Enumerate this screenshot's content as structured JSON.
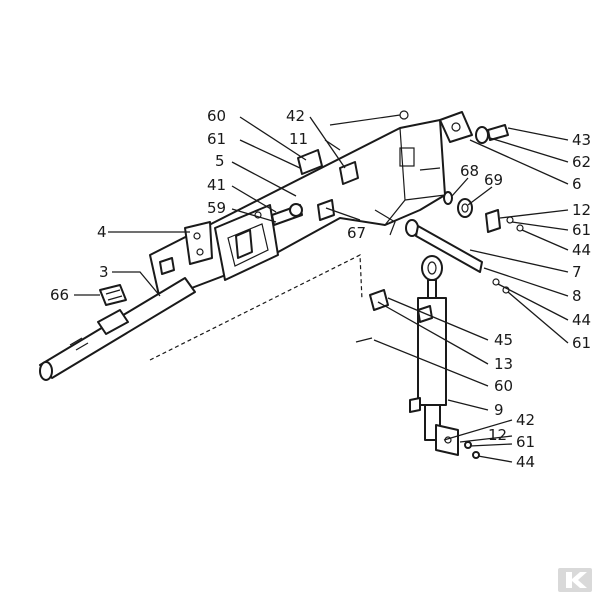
{
  "diagram": {
    "callouts": {
      "c60a": "60",
      "c42a": "42",
      "c61a": "61",
      "c11": "11",
      "c5": "5",
      "c41": "41",
      "c59": "59",
      "c4": "4",
      "c3": "3",
      "c66": "66",
      "c67": "67",
      "c43": "43",
      "c62": "62",
      "c6": "6",
      "c68": "68",
      "c69": "69",
      "c12a": "12",
      "c61b": "61",
      "c44a": "44",
      "c7": "7",
      "c8": "8",
      "c44b": "44",
      "c61c": "61",
      "c45": "45",
      "c13": "13",
      "c60b": "60",
      "c9": "9",
      "c42b": "42",
      "c12b": "12",
      "c61d": "61",
      "c44c": "44"
    },
    "colors": {
      "ink": "#1a1a1a",
      "watermark": "#d9d9d9"
    },
    "watermark_icon": "k-logo-icon"
  }
}
